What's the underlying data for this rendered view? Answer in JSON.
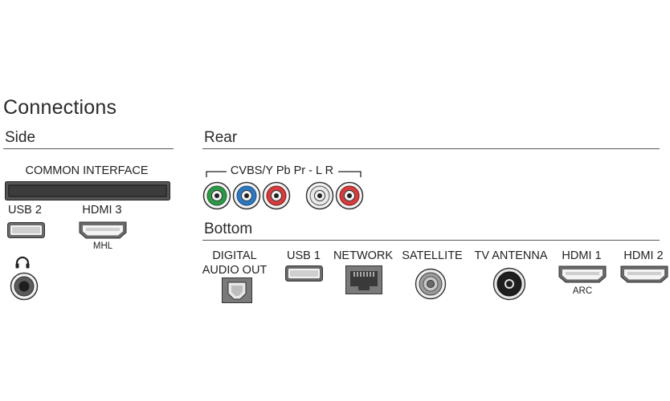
{
  "title": "Connections",
  "side": {
    "heading": "Side",
    "common_interface": "COMMON INTERFACE",
    "usb2": "USB 2",
    "hdmi3": "HDMI 3",
    "hdmi3_sub": "MHL",
    "headphone_icon": "headphones-icon"
  },
  "rear": {
    "heading": "Rear",
    "bracket_label": "CVBS/Y Pb Pr - L R",
    "jacks": [
      {
        "name": "green-rca-jack",
        "color": "#2a9a45"
      },
      {
        "name": "blue-rca-jack",
        "color": "#2c78c4"
      },
      {
        "name": "red-rca-jack",
        "color": "#d63c3c"
      },
      {
        "name": "white-rca-jack",
        "color": "#e8e8e8"
      },
      {
        "name": "red-audio-rca-jack",
        "color": "#d63c3c"
      }
    ]
  },
  "bottom": {
    "heading": "Bottom",
    "digital_audio_1": "DIGITAL",
    "digital_audio_2": "AUDIO OUT",
    "usb1": "USB 1",
    "network": "NETWORK",
    "satellite": "SATELLITE",
    "tv_antenna": "TV ANTENNA",
    "hdmi1": "HDMI 1",
    "hdmi1_sub": "ARC",
    "hdmi2": "HDMI 2"
  }
}
